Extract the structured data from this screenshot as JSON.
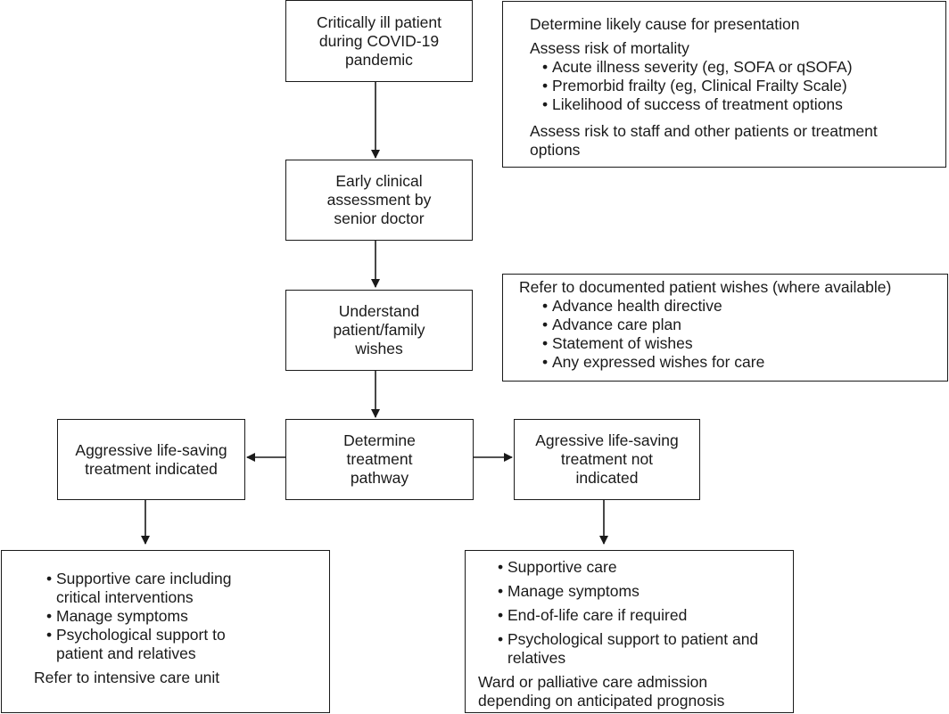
{
  "flow": {
    "start": "Critically ill patient\nduring COVID-19\npandemic",
    "assessment": "Early clinical\nassessment by\nsenior doctor",
    "wishes": "Understand\npatient/family\nwishes",
    "pathway": "Determine\ntreatment\npathway",
    "aggressive": "Aggressive life-saving\ntreatment indicated",
    "not_aggressive": "Agressive life-saving\ntreatment not\nindicated"
  },
  "risk_panel": {
    "cause": "Determine likely cause for presentation",
    "mortality_heading": "Assess risk of mortality",
    "mortality_items": [
      "Acute illness severity (eg, SOFA or qSOFA)",
      "Premorbid frailty (eg, Clinical Frailty Scale)",
      "Likelihood of success of treatment options"
    ],
    "staff_risk": "Assess risk to staff and other patients or treatment\noptions"
  },
  "wishes_panel": {
    "heading": "Refer to documented patient wishes (where available)",
    "items": [
      "Advance health directive",
      "Advance care plan",
      "Statement of wishes",
      "Any expressed wishes for care"
    ]
  },
  "icu_panel": {
    "items": [
      "Supportive care including\ncritical interventions",
      "Manage symptoms",
      "Psychological support to\npatient and relatives"
    ],
    "footer": "Refer to intensive care unit"
  },
  "palliative_panel": {
    "items": [
      "Supportive care",
      "Manage symptoms",
      "End-of-life care if required",
      "Psychological support to patient and\nrelatives"
    ],
    "footer": "Ward or palliative care admission\ndepending on anticipated prognosis"
  }
}
